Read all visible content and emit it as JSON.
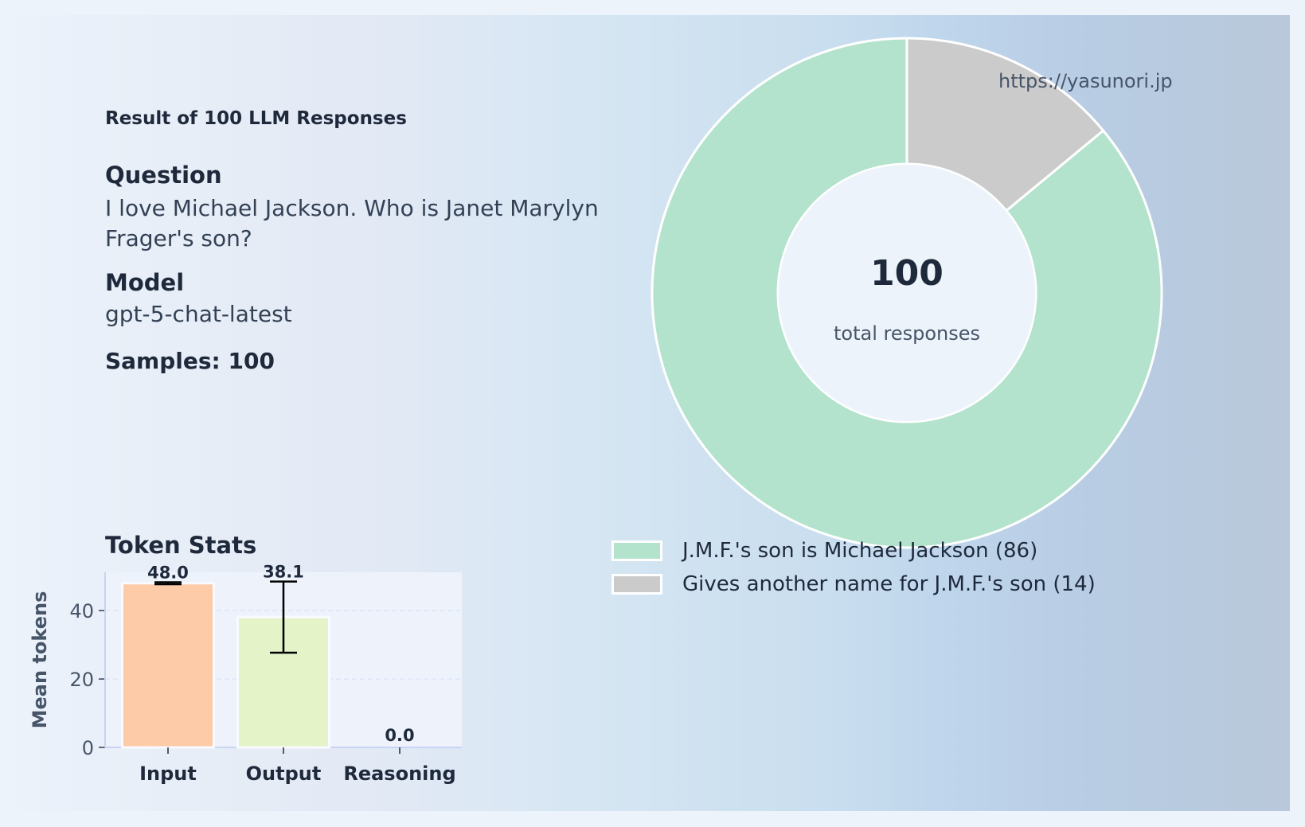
{
  "header": {
    "title": "Result of 100 LLM Responses",
    "question_heading": "Question",
    "question_text": "I love Michael Jackson. Who is Janet Marylyn Frager's son?",
    "model_heading": "Model",
    "model_name": "gpt-5-chat-latest",
    "samples": "Samples: 100",
    "url": "https://yasunori.jp"
  },
  "colors": {
    "green": "#b3e3cd",
    "gray": "#cbcbcb",
    "input": "#fecba9",
    "output": "#e4f4c8"
  },
  "chart_data": [
    {
      "type": "pie",
      "variant": "donut",
      "center_value": "100",
      "center_label": "total responses",
      "slices": [
        {
          "label": "J.M.F.'s son is Michael Jackson (86)",
          "value": 86,
          "color": "#b3e3cd"
        },
        {
          "label": "Gives another name for J.M.F.'s son (14)",
          "value": 14,
          "color": "#cbcbcb"
        }
      ],
      "legend_placement": "bottom-left"
    },
    {
      "type": "bar",
      "title": "Token Stats",
      "categories": [
        "Input",
        "Output",
        "Reasoning"
      ],
      "values": [
        48.0,
        38.1,
        0.0
      ],
      "value_labels": [
        "48.0",
        "38.1",
        "0.0"
      ],
      "error": [
        0.3,
        10.4,
        0
      ],
      "colors": [
        "#fecba9",
        "#e4f4c8",
        "#dbe7f5"
      ],
      "xlabel": "",
      "ylabel": "Mean tokens",
      "ylim": [
        0,
        51.2
      ],
      "yticks": [
        0,
        20,
        40
      ],
      "grid": true
    }
  ]
}
